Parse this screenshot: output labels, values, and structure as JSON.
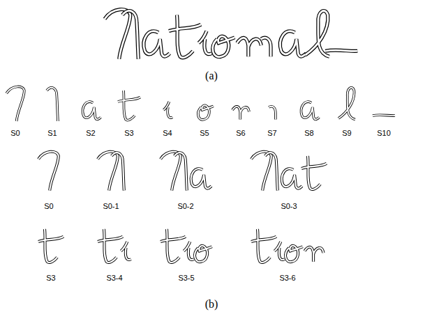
{
  "diagram": {
    "labels": [
      "(a)",
      "S0",
      "S1",
      "S2",
      "S3",
      "S4",
      "S5",
      "S6",
      "S7",
      "S8",
      "S9",
      "S10",
      "S0",
      "S0-1",
      "S0-2",
      "S0-3",
      "S3",
      "S3-4",
      "S3-5",
      "S3-6",
      "(b)"
    ]
  }
}
